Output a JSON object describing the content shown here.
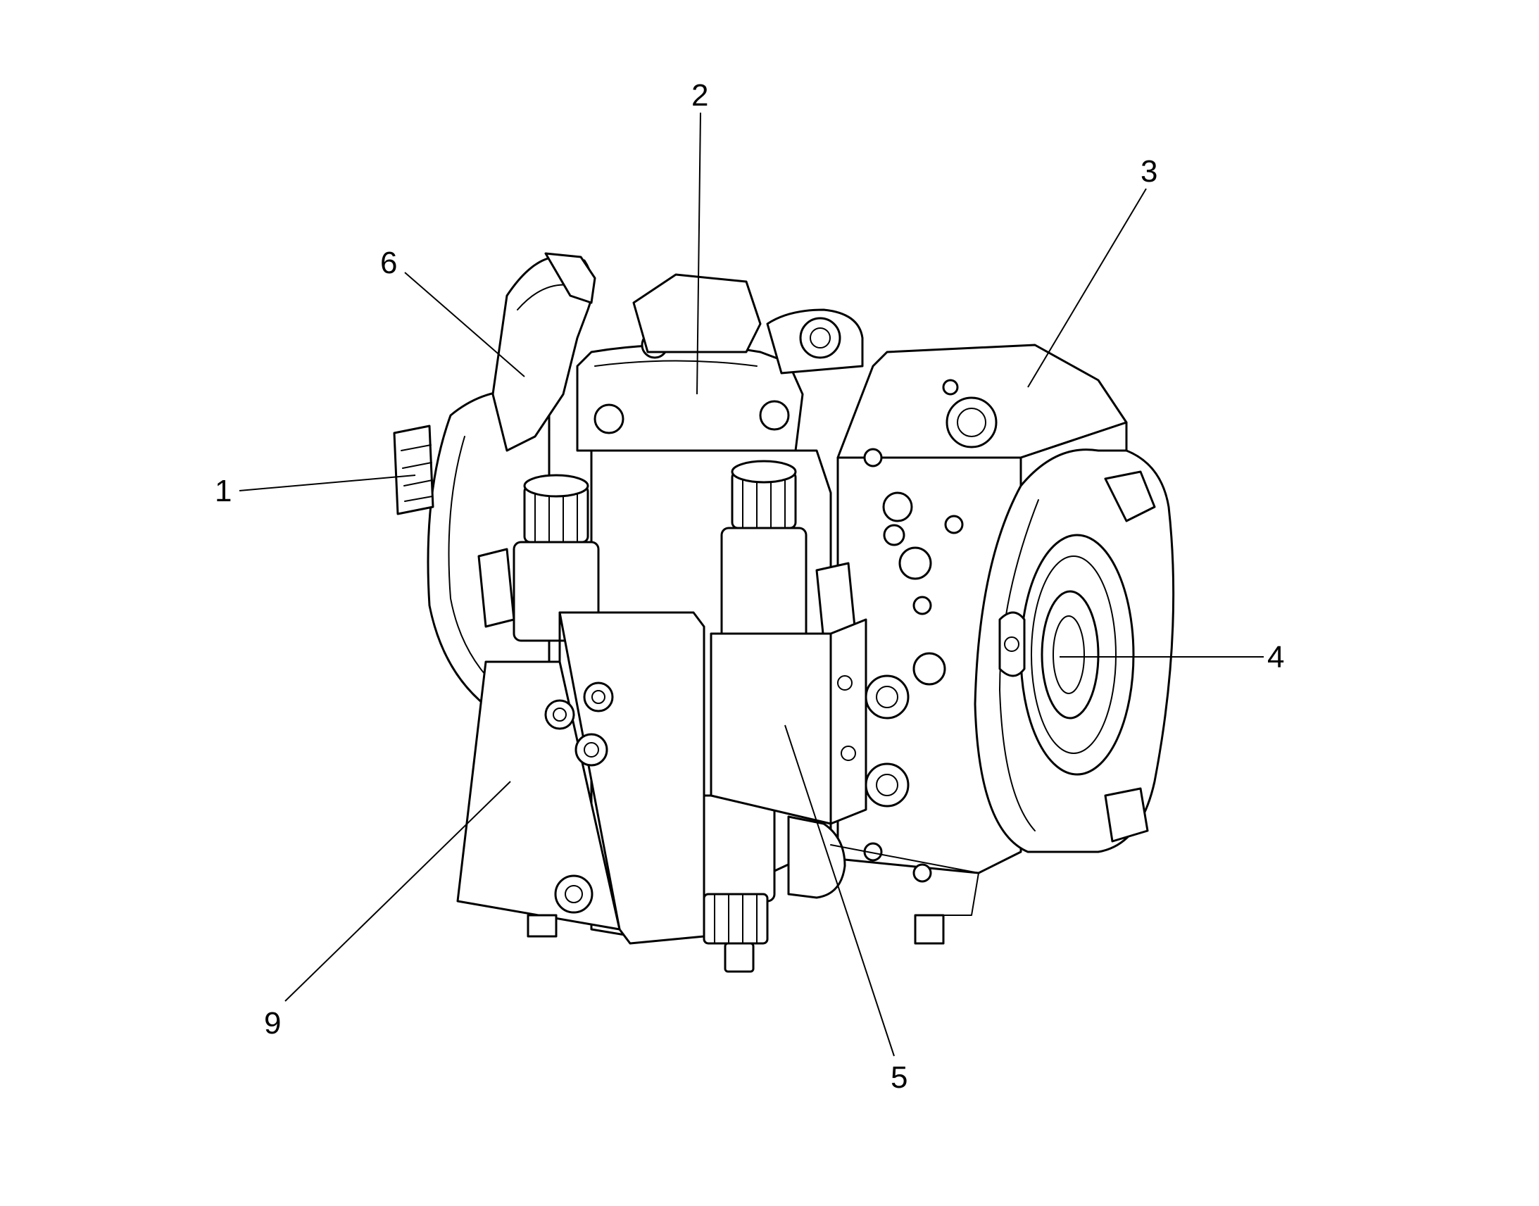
{
  "callouts": [
    {
      "id": "c1",
      "label": "1"
    },
    {
      "id": "c2",
      "label": "2"
    },
    {
      "id": "c3",
      "label": "3"
    },
    {
      "id": "c4",
      "label": "4"
    },
    {
      "id": "c5",
      "label": "5"
    },
    {
      "id": "c6",
      "label": "6"
    },
    {
      "id": "c9",
      "label": "9"
    }
  ],
  "icons": [
    "hydraulic-pump-drawing"
  ]
}
